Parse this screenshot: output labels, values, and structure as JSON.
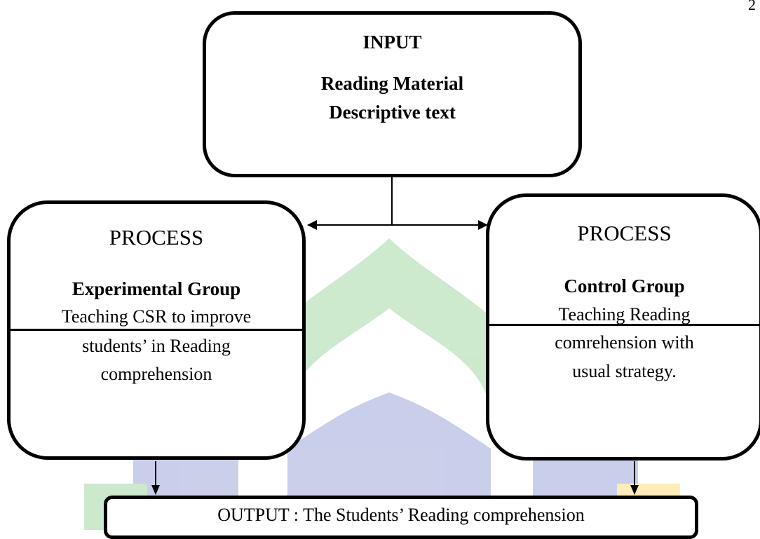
{
  "page_number": "2",
  "input": {
    "title": "INPUT",
    "line1": "Reading Material",
    "line2": "Descriptive text"
  },
  "process_left": {
    "title": "PROCESS",
    "group": "Experimental Group",
    "lines": [
      "Teaching CSR to improve",
      "students’ in Reading",
      "comprehension"
    ]
  },
  "process_right": {
    "title": "PROCESS",
    "group": "Control Group",
    "lines": [
      "Teaching Reading",
      "comrehension with",
      "usual strategy."
    ]
  },
  "output": {
    "label": "OUTPUT : The Students’ Reading comprehension"
  },
  "colors": {
    "watermark_green": "#4caf50",
    "watermark_blue": "#3f51b5",
    "watermark_yellow": "#ffc107"
  }
}
